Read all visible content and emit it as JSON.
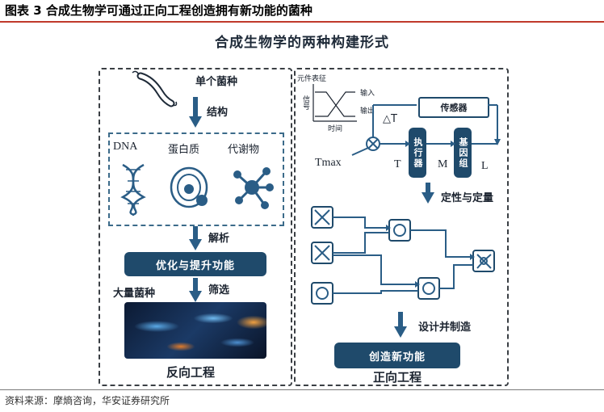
{
  "figure": {
    "title": "图表 3 合成生物学可通过正向工程创造拥有新功能的菌种",
    "source": "资料来源：摩熵咨询，华安证券研究所"
  },
  "diagram": {
    "title": "合成生物学的两种构建形式",
    "reverse": {
      "label": "反向工程",
      "single_strain": "单个菌种",
      "structure": "结构",
      "components": [
        "DNA",
        "蛋白质",
        "代谢物"
      ],
      "parse": "解析",
      "optimize_button": "优化与提升功能",
      "many_strains": "大量菌种",
      "screen": "筛选"
    },
    "forward": {
      "label": "正向工程",
      "graph_y_label": "元件表征",
      "graph_y_sub": "信号",
      "graph_x_label": "时间",
      "input_label": "输入",
      "output_label": "输出",
      "delta_t": "△T",
      "sensor": "传感器",
      "actuator": "执行器",
      "gene_group": "基因组",
      "tmax": "Tmax",
      "t": "T",
      "m": "M",
      "l": "L",
      "quali_quant": "定性与定量",
      "design_build": "设计并制造",
      "create_button": "创造新功能"
    }
  },
  "colors": {
    "accent_dark_blue": "#1f4a6b",
    "arrow_blue": "#2a5d86",
    "title_rule": "#c0392b"
  }
}
